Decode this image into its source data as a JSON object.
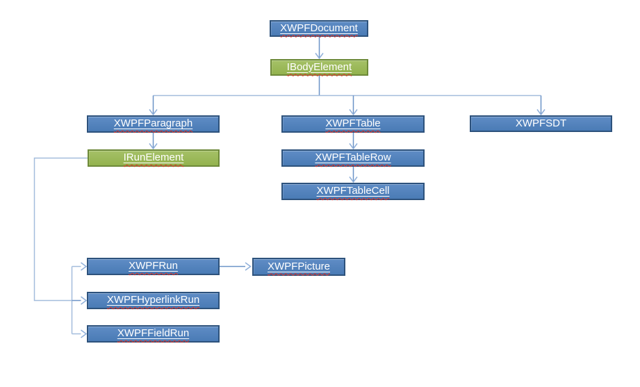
{
  "nodes": {
    "xwpfdocument": {
      "label": "XWPFDocument",
      "type": "class",
      "color": "blue",
      "spellcheck_squiggle": true
    },
    "ibodyelement": {
      "label": "IBodyElement",
      "type": "interface",
      "color": "green",
      "spellcheck_squiggle": true
    },
    "xwpfparagraph": {
      "label": "XWPFParagraph",
      "type": "class",
      "color": "blue",
      "spellcheck_squiggle": true
    },
    "xwpftable": {
      "label": "XWPFTable",
      "type": "class",
      "color": "blue",
      "spellcheck_squiggle": true
    },
    "xwpfsdt": {
      "label": "XWPFSDT",
      "type": "class",
      "color": "blue",
      "spellcheck_squiggle": false
    },
    "irunelement": {
      "label": "IRunElement",
      "type": "interface",
      "color": "green",
      "spellcheck_squiggle": true
    },
    "xwpftablerow": {
      "label": "XWPFTableRow",
      "type": "class",
      "color": "blue",
      "spellcheck_squiggle": true
    },
    "xwpftablecell": {
      "label": "XWPFTableCell",
      "type": "class",
      "color": "blue",
      "spellcheck_squiggle": true
    },
    "xwpfrun": {
      "label": "XWPFRun",
      "type": "class",
      "color": "blue",
      "spellcheck_squiggle": true
    },
    "xwpfpicture": {
      "label": "XWPFPicture",
      "type": "class",
      "color": "blue",
      "spellcheck_squiggle": true
    },
    "xwpfhyperlinkrun": {
      "label": "XWPFHyperlinkRun",
      "type": "class",
      "color": "blue",
      "spellcheck_squiggle": true
    },
    "xwpffieldrun": {
      "label": "XWPFFieldRun",
      "type": "class",
      "color": "blue",
      "spellcheck_squiggle": true
    }
  },
  "edges": [
    {
      "from": "XWPFDocument",
      "to": "IBodyElement"
    },
    {
      "from": "IBodyElement",
      "to": "XWPFParagraph"
    },
    {
      "from": "IBodyElement",
      "to": "XWPFTable"
    },
    {
      "from": "IBodyElement",
      "to": "XWPFSDT"
    },
    {
      "from": "XWPFParagraph",
      "to": "IRunElement"
    },
    {
      "from": "XWPFTable",
      "to": "XWPFTableRow"
    },
    {
      "from": "XWPFTableRow",
      "to": "XWPFTableCell"
    },
    {
      "from": "IRunElement",
      "to": "XWPFRun"
    },
    {
      "from": "IRunElement",
      "to": "XWPFHyperlinkRun"
    },
    {
      "from": "IRunElement",
      "to": "XWPFFieldRun"
    },
    {
      "from": "XWPFRun",
      "to": "XWPFPicture"
    }
  ],
  "colors": {
    "background": "#ffffff",
    "node_blue_fill": "#4f81bd",
    "node_blue_border": "#2d527c",
    "node_green_fill": "#9bbb59",
    "node_green_border": "#6d8939",
    "connector": "#6b93c7",
    "connector_light": "#a3bcdc",
    "arrowhead": "#8fafd9",
    "label_text": "#ffffff",
    "spell_squiggle": "#e5352b"
  }
}
